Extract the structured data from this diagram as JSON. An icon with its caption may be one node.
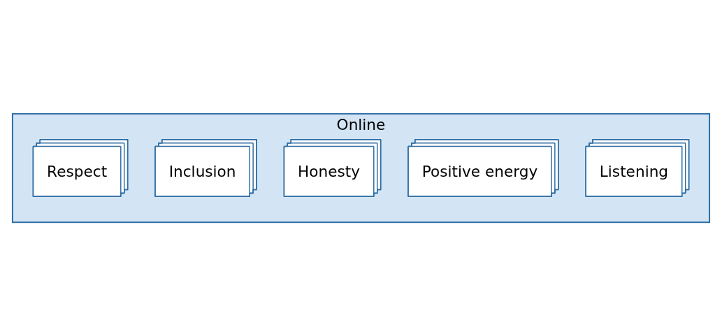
{
  "diagram": {
    "nodes": [
      {
        "text": [
          "Online"
        ]
      },
      {
        "text": [
          "Respect"
        ],
        "in": 0
      },
      {
        "text": [
          "Inclusion"
        ],
        "in": 0
      },
      {
        "text": [
          "Honesty"
        ],
        "in": 0
      },
      {
        "text": [
          "Positive energy"
        ],
        "in": 0
      },
      {
        "text": [
          "Listening"
        ],
        "in": 0
      }
    ]
  }
}
